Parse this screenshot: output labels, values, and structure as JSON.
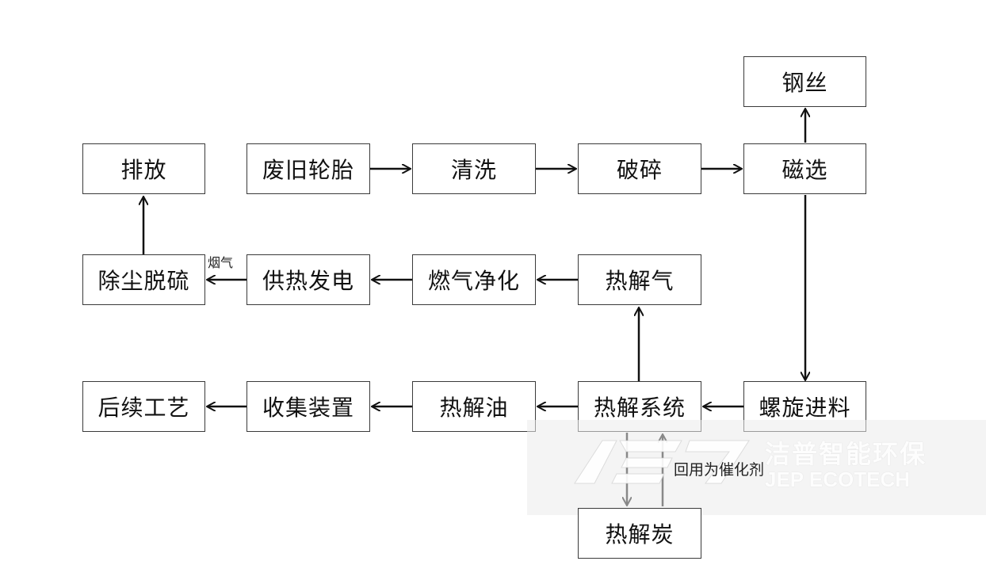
{
  "nodes": {
    "steel_wire": "钢丝",
    "discharge": "排放",
    "waste_tire": "废旧轮胎",
    "washing": "清洗",
    "crushing": "破碎",
    "magnetic_separation": "磁选",
    "dust_desulfurization": "除尘脱硫",
    "heat_power": "供热发电",
    "gas_purification": "燃气净化",
    "pyrolysis_gas": "热解气",
    "follow_up_process": "后续工艺",
    "collection_device": "收集装置",
    "pyrolysis_oil": "热解油",
    "pyrolysis_system": "热解系统",
    "screw_feeding": "螺旋进料",
    "pyrolysis_carbon": "热解炭"
  },
  "edge_labels": {
    "flue_gas": "烟气",
    "reuse_catalyst": "回用为催化剂"
  },
  "watermark": {
    "cn": "洁普智能环保",
    "en": "JEP ECOTECH"
  },
  "colors": {
    "box_border": "#3a3a3a",
    "arrow": "#111111"
  }
}
